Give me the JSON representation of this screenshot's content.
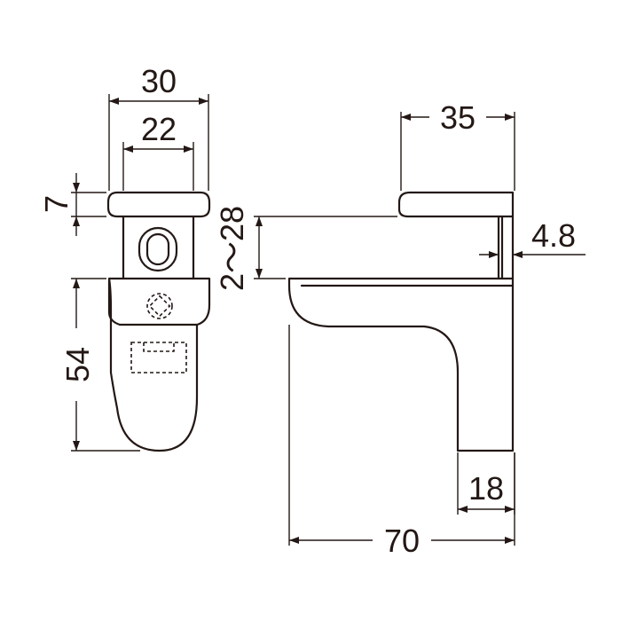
{
  "drawing": {
    "dimensions": {
      "front_width_outer": "30",
      "front_width_inner": "22",
      "top_pad_thickness": "7",
      "front_height": "54",
      "gap_range": "2～28",
      "arm_length": "35",
      "plate_thickness": "4.8",
      "base_width": "18",
      "total_depth": "70"
    },
    "colors": {
      "line": "#231815",
      "background": "#ffffff"
    }
  }
}
